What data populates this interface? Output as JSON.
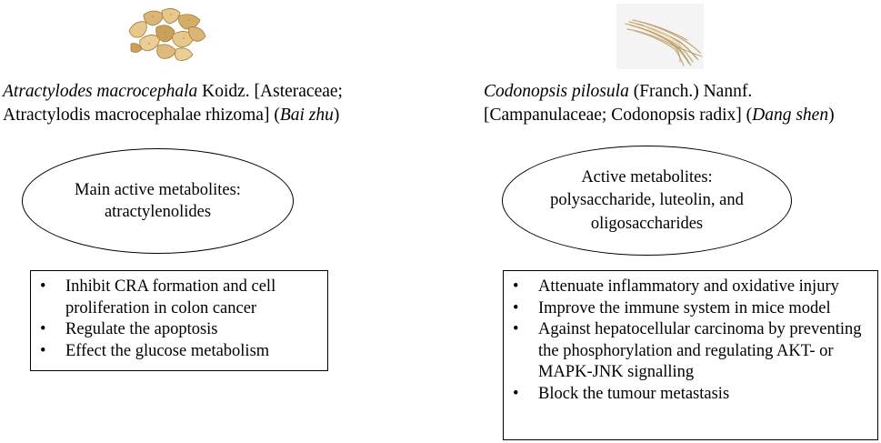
{
  "left": {
    "image_icon": "dried-rhizome-slices-photo",
    "name": {
      "line1_italic": "Atractylodes macrocephala",
      "line1_rest": " Koidz. [Asteraceae;",
      "line2_text": "Atractylodis macrocephalae rhizoma] (",
      "line2_italic": "Bai zhu",
      "line2_end": ")"
    },
    "ellipse": {
      "line1": "Main active metabolites:",
      "line2": "atractylenolides"
    },
    "bullet_glyph": "•",
    "effects": [
      "Inhibit CRA formation and cell proliferation in colon cancer",
      "Regulate the apoptosis",
      "Effect the glucose metabolism"
    ]
  },
  "right": {
    "image_icon": "dried-root-bundle-photo",
    "name": {
      "line1_italic": "Codonopsis pilosula",
      "line1_rest": " (Franch.) Nannf.",
      "line2_text": "[Campanulaceae; Codonopsis radix] (",
      "line2_italic": "Dang shen",
      "line2_end": ")"
    },
    "ellipse": {
      "line1": "Active metabolites:",
      "line2": "polysaccharide, luteolin, and",
      "line3": "oligosaccharides"
    },
    "bullet_glyph": "•",
    "effects": [
      "Attenuate inflammatory and oxidative injury",
      "Improve the immune system in mice model",
      "Against hepatocellular carcinoma by preventing the phosphorylation and regulating AKT- or MAPK-JNK signalling",
      "Block the tumour metastasis"
    ]
  },
  "colors": {
    "rhizome_light": "#e6c88a",
    "rhizome_dark": "#b8904a",
    "root_light": "#e8d6b0",
    "root_dark": "#b79a6a",
    "photo_bg": "#f4f4f4"
  }
}
